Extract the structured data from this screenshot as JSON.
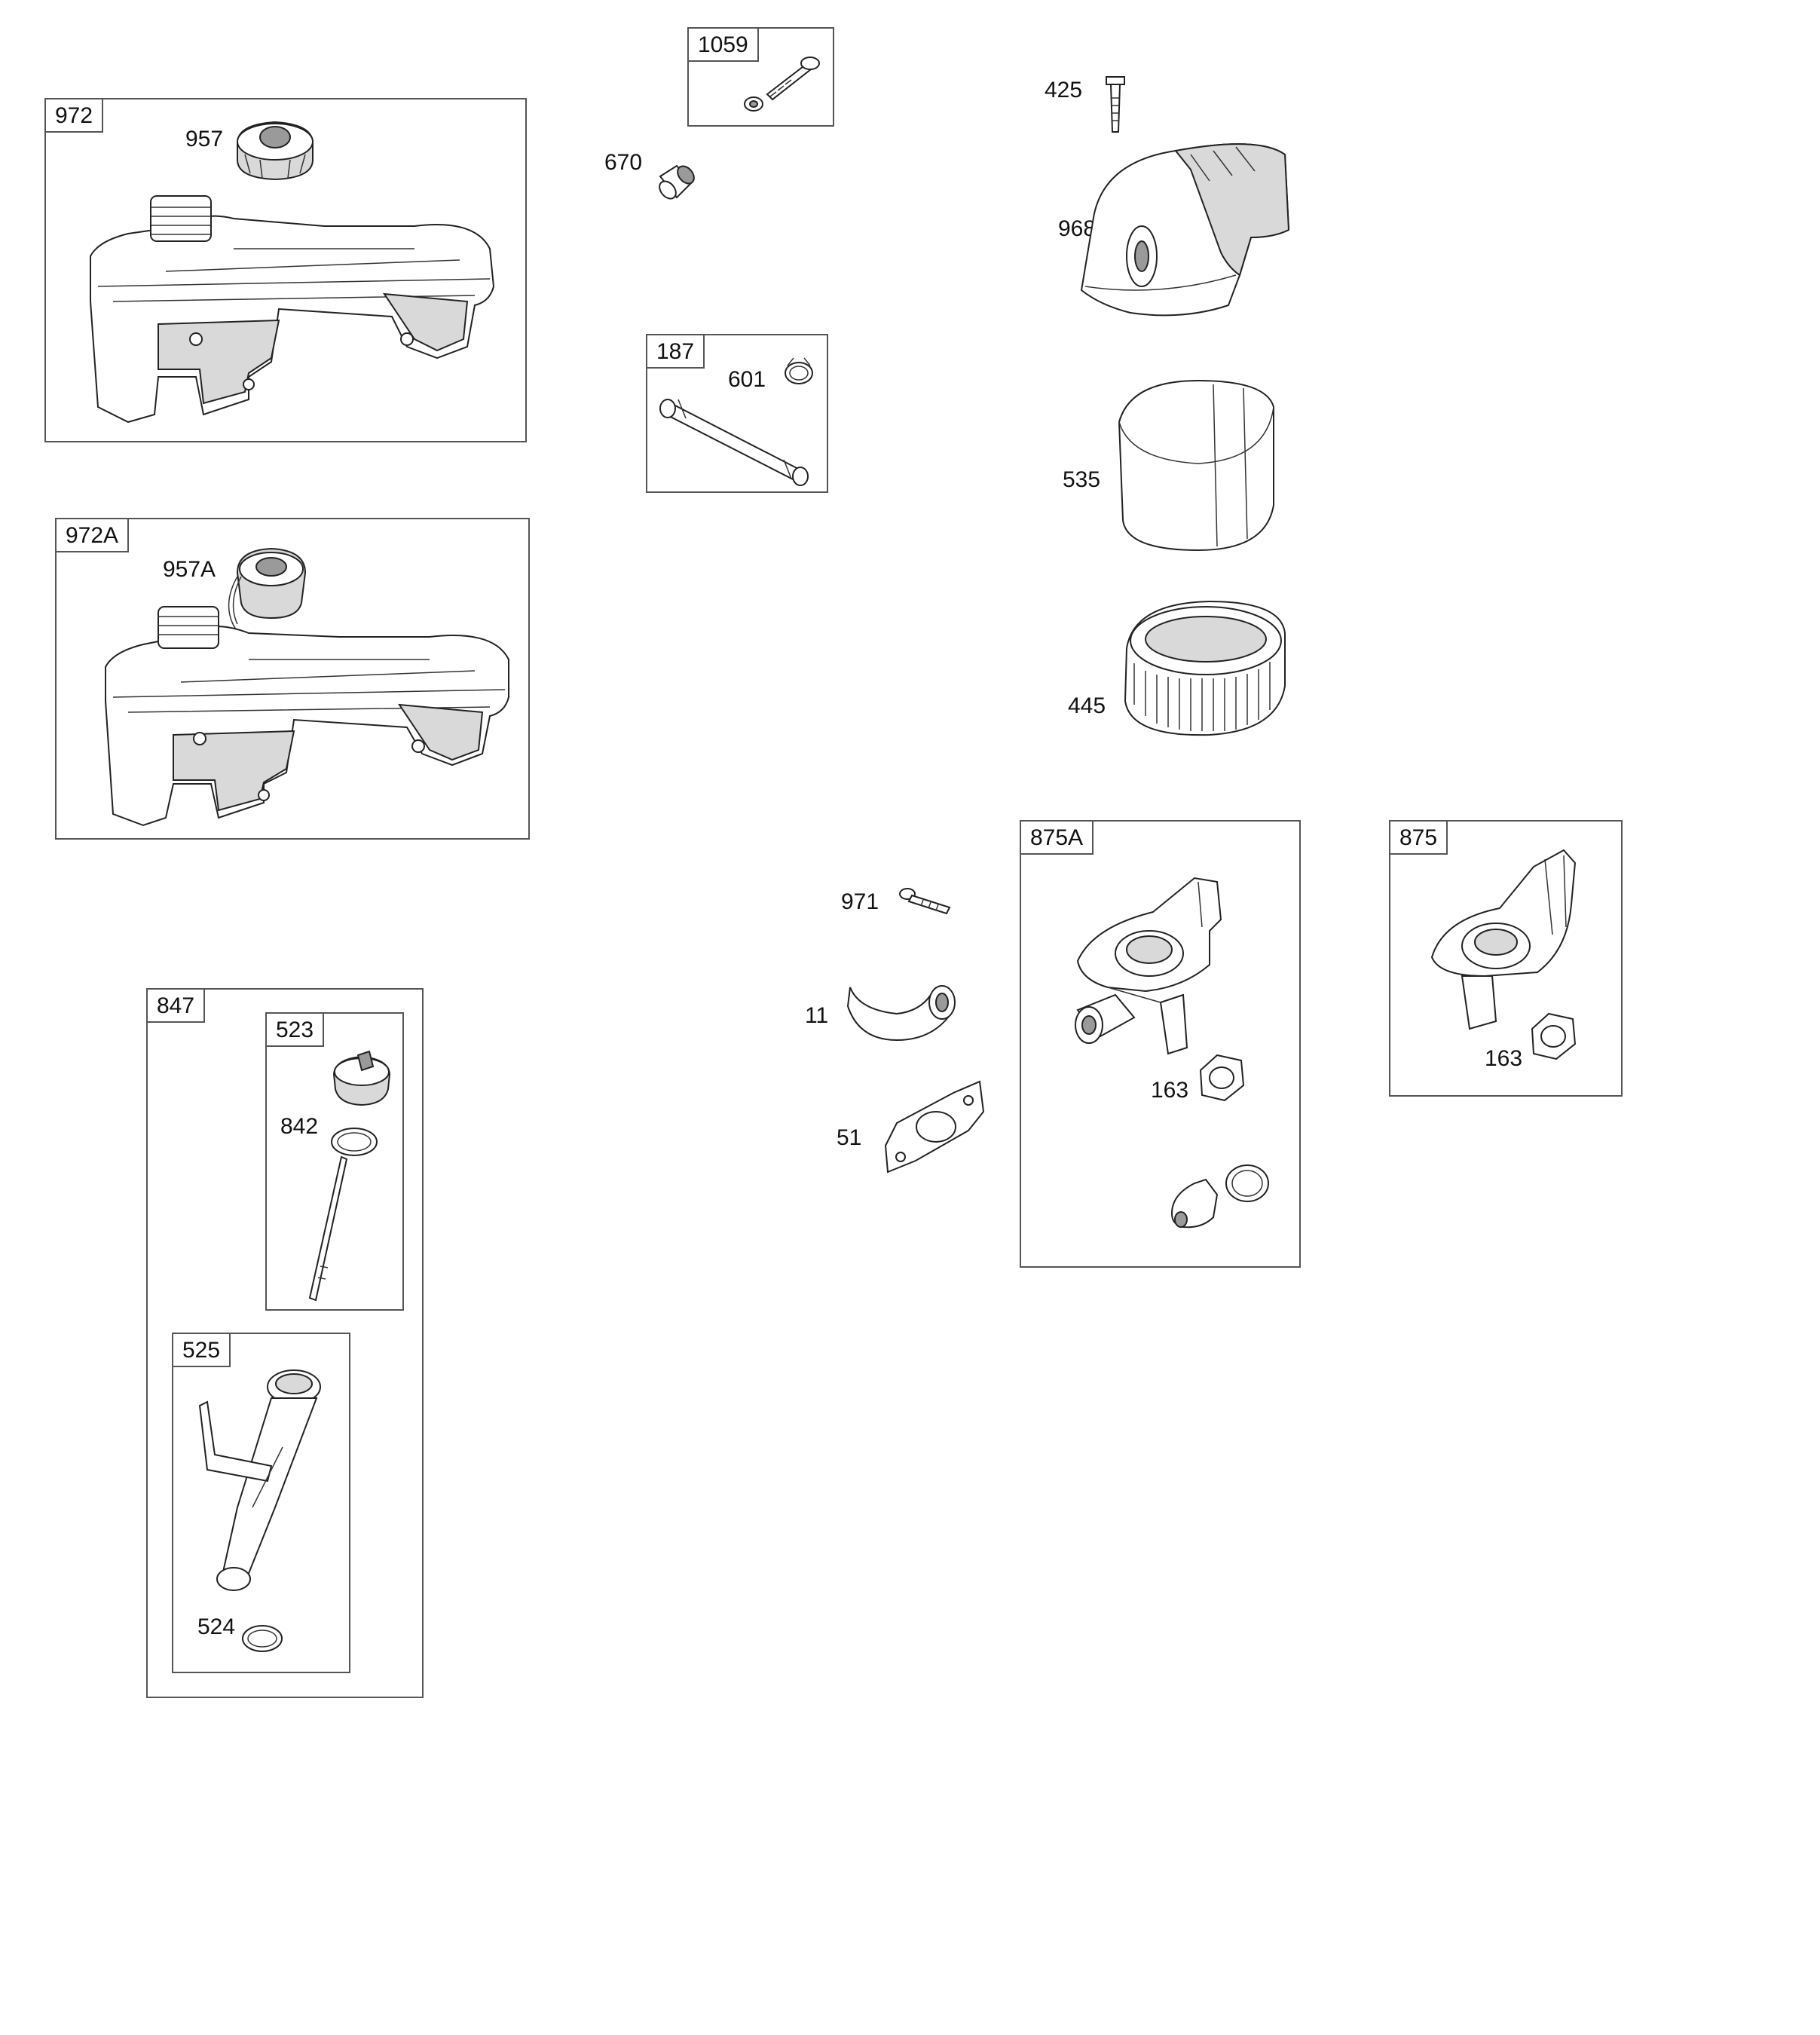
{
  "labels": {
    "box_972": "972",
    "p957": "957",
    "box_972a": "972A",
    "p957a": "957A",
    "box_1059": "1059",
    "p670": "670",
    "box_187": "187",
    "p601": "601",
    "p425": "425",
    "p968": "968",
    "p535": "535",
    "p445": "445",
    "box_875a": "875A",
    "p163_a": "163",
    "box_875": "875",
    "p163_b": "163",
    "p971": "971",
    "p11": "11",
    "p51": "51",
    "box_847": "847",
    "box_523": "523",
    "p842": "842",
    "box_525": "525",
    "p524": "524"
  }
}
